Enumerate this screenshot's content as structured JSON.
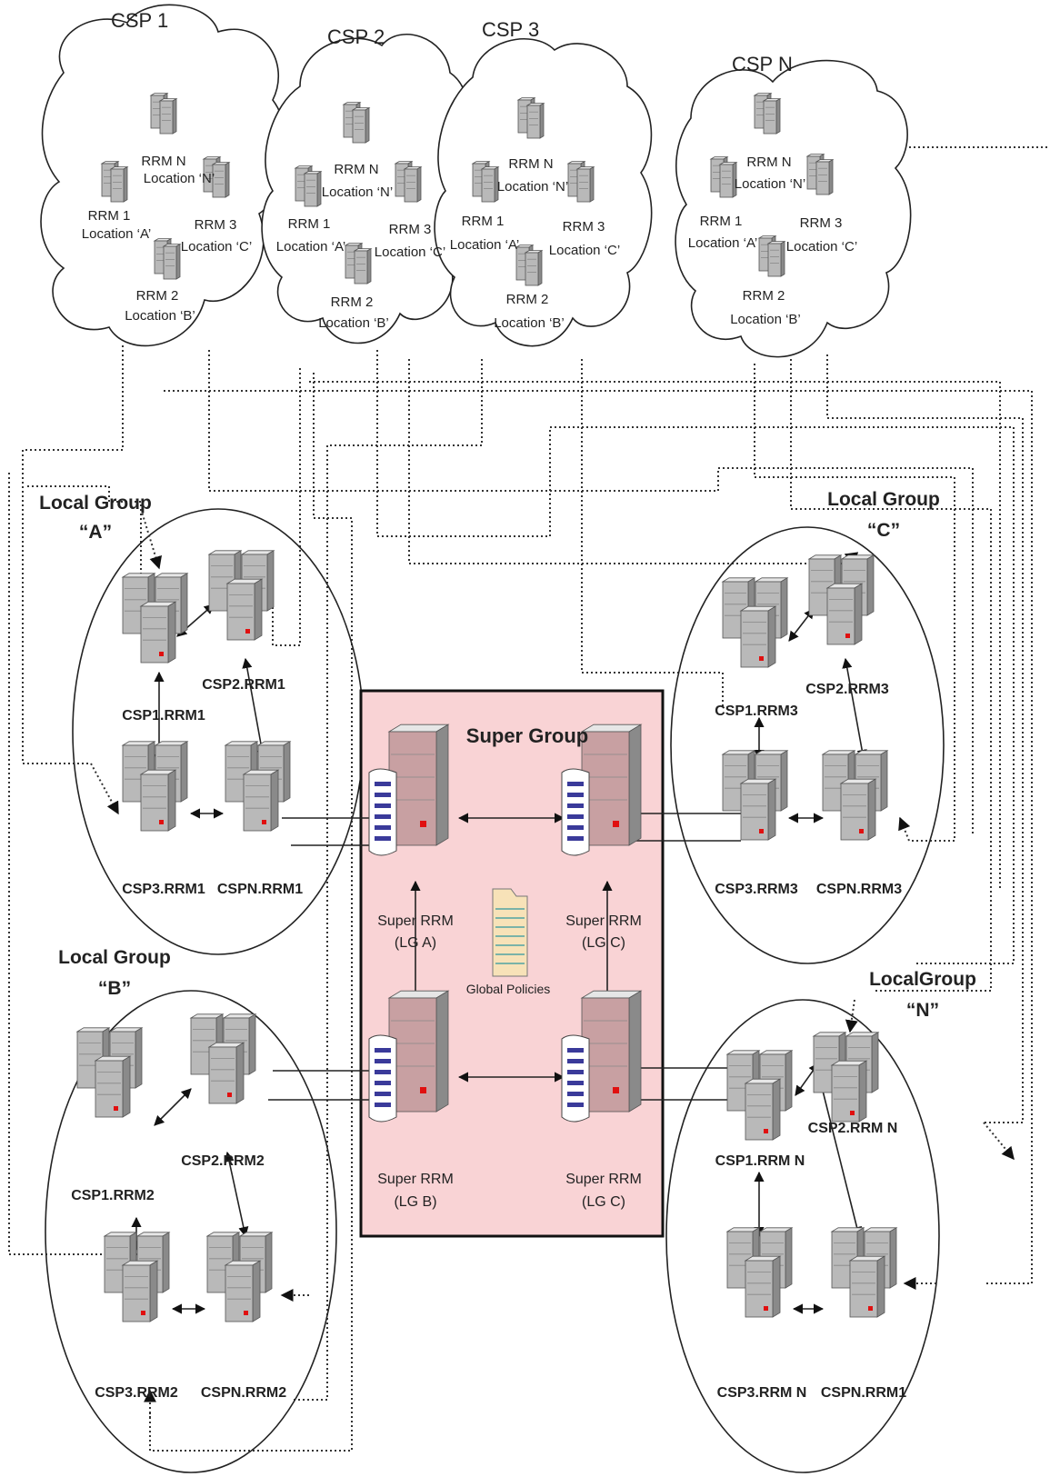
{
  "clouds": [
    {
      "title": "CSP 1",
      "rrm": [
        "RRM N",
        "Location ‘N’",
        "RRM 1",
        "Location ‘A’",
        "RRM 3",
        "Location ‘C’",
        "RRM 2",
        "Location ‘B’"
      ]
    },
    {
      "title": "CSP 2",
      "rrm": [
        "RRM N",
        "Location ‘N’",
        "RRM 1",
        "Location ‘A’",
        "RRM 3",
        "Location ‘C’",
        "RRM 2",
        "Location ‘B’"
      ]
    },
    {
      "title": "CSP 3",
      "rrm": [
        "RRM N",
        "Location ‘N’",
        "RRM 1",
        "Location ‘A’",
        "RRM 3",
        "Location ‘C’",
        "RRM 2",
        "Location ‘B’"
      ]
    },
    {
      "title": "CSP N",
      "rrm": [
        "RRM N",
        "Location ‘N’",
        "RRM 1",
        "Location ‘A’",
        "RRM 3",
        "Location ‘C’",
        "RRM 2",
        "Location ‘B’"
      ]
    }
  ],
  "groups": {
    "a": {
      "title1": "Local Group",
      "title2": "“A”",
      "servers": [
        "CSP1.RRM1",
        "CSP2.RRM1",
        "CSP3.RRM1",
        "CSPN.RRM1"
      ]
    },
    "b": {
      "title1": "Local Group",
      "title2": "“B”",
      "servers": [
        "CSP1.RRM2",
        "CSP2.RRM2",
        "CSP3.RRM2",
        "CSPN.RRM2"
      ]
    },
    "c": {
      "title1": "Local Group",
      "title2": "“C”",
      "servers": [
        "CSP1.RRM3",
        "CSP2.RRM3",
        "CSP3.RRM3",
        "CSPN.RRM3"
      ]
    },
    "n": {
      "title1": "LocalGroup",
      "title2": "“N”",
      "servers": [
        "CSP1.RRM N",
        "CSP2.RRM N",
        "CSP3.RRM N",
        "CSPN.RRM1"
      ]
    }
  },
  "super_group": {
    "title": "Super Group",
    "policies": "Global Policies",
    "rrms": [
      {
        "line1": "Super RRM",
        "line2": "(LG A)"
      },
      {
        "line1": "Super RRM",
        "line2": "(LG C)"
      },
      {
        "line1": "Super RRM",
        "line2": "(LG B)"
      },
      {
        "line1": "Super RRM",
        "line2": "(LG C)"
      }
    ]
  },
  "colors": {
    "super_fill": "#f9d3d5",
    "server_gray": "#b9b9b9",
    "server_pink": "#c8a0a2",
    "indicator": "#e01010"
  }
}
